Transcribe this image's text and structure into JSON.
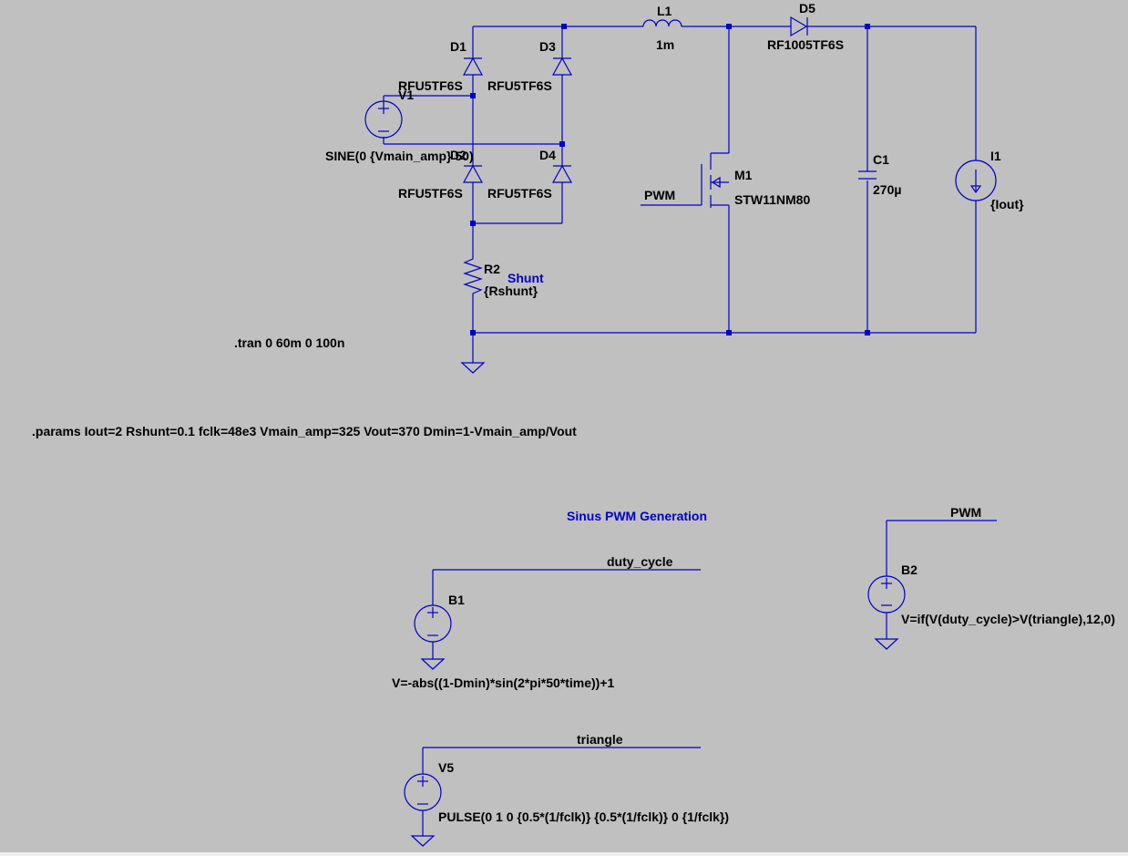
{
  "colors": {
    "background": "#c0c0c0",
    "wire": "#0000c8",
    "text": "#000000",
    "net_label_blue": "#0000c8"
  },
  "components": {
    "D1": {
      "ref": "D1",
      "value": "RFU5TF6S"
    },
    "D2": {
      "ref": "D2",
      "value": "RFU5TF6S"
    },
    "D3": {
      "ref": "D3",
      "value": "RFU5TF6S"
    },
    "D4": {
      "ref": "D4",
      "value": "RFU5TF6S"
    },
    "D5": {
      "ref": "D5",
      "value": "RF1005TF6S"
    },
    "L1": {
      "ref": "L1",
      "value": "1m"
    },
    "V1": {
      "ref": "V1",
      "value": "SINE(0 {Vmain_amp} 50)"
    },
    "M1": {
      "ref": "M1",
      "value": "STW11NM80"
    },
    "C1": {
      "ref": "C1",
      "value": "270µ"
    },
    "I1": {
      "ref": "I1",
      "value": "{Iout}"
    },
    "R2": {
      "ref": "R2",
      "value": "{Rshunt}"
    },
    "B1": {
      "ref": "B1",
      "value": "V=-abs((1-Dmin)*sin(2*pi*50*time))+1"
    },
    "B2": {
      "ref": "B2",
      "value": "V=if(V(duty_cycle)>V(triangle),12,0)"
    },
    "V5": {
      "ref": "V5",
      "value": "PULSE(0 1 0 {0.5*(1/fclk)} {0.5*(1/fclk)} 0 {1/fclk})"
    }
  },
  "nets": {
    "pwm_gate": "PWM",
    "pwm_out": "PWM",
    "duty_cycle": "duty_cycle",
    "triangle": "triangle",
    "shunt": "Shunt"
  },
  "directives": {
    "tran": ".tran 0 60m 0 100n",
    "params": ".params Iout=2 Rshunt=0.1 fclk=48e3 Vmain_amp=325 Vout=370 Dmin=1-Vmain_amp/Vout"
  },
  "comments": {
    "section_title": "Sinus PWM Generation"
  }
}
